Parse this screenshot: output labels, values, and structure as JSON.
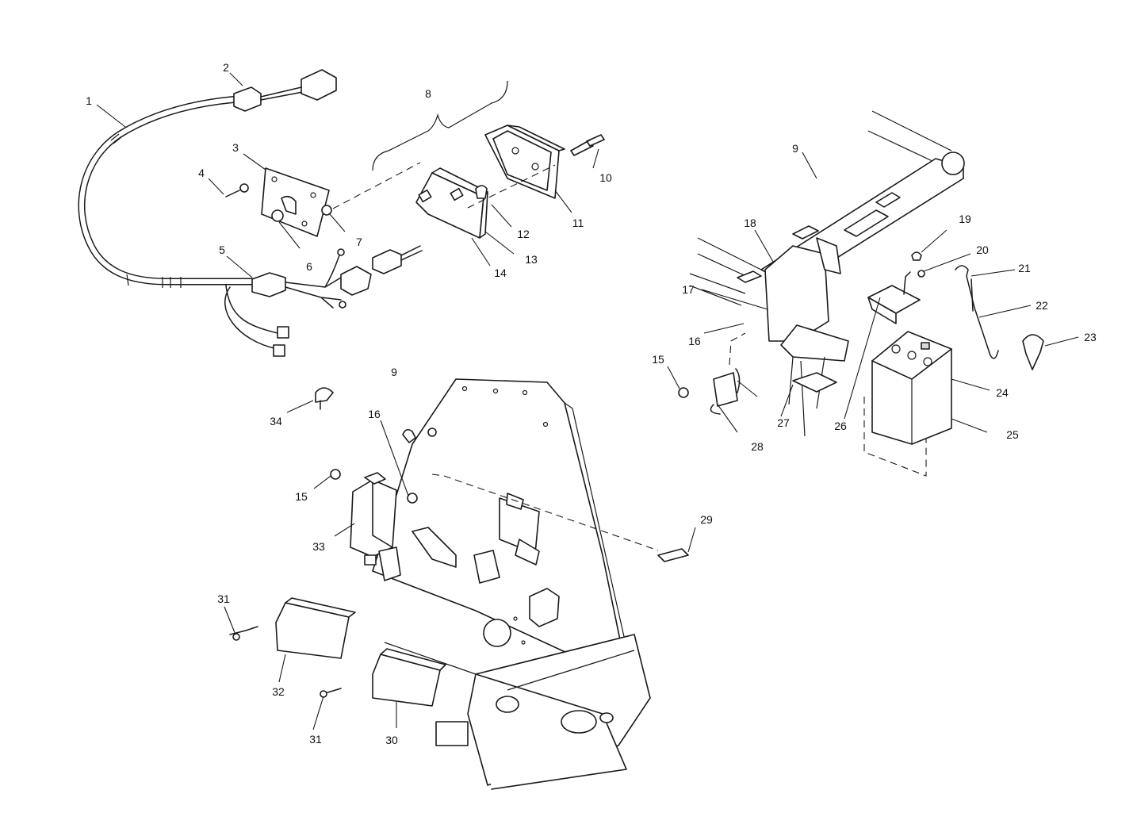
{
  "diagram": {
    "callouts": [
      {
        "id": "c1",
        "label": "1"
      },
      {
        "id": "c2",
        "label": "2"
      },
      {
        "id": "c3",
        "label": "3"
      },
      {
        "id": "c4",
        "label": "4"
      },
      {
        "id": "c5",
        "label": "5"
      },
      {
        "id": "c6",
        "label": "6"
      },
      {
        "id": "c7",
        "label": "7"
      },
      {
        "id": "c8",
        "label": "8"
      },
      {
        "id": "c9a",
        "label": "9"
      },
      {
        "id": "c9b",
        "label": "9"
      },
      {
        "id": "c10",
        "label": "10"
      },
      {
        "id": "c11",
        "label": "11"
      },
      {
        "id": "c12",
        "label": "12"
      },
      {
        "id": "c13",
        "label": "13"
      },
      {
        "id": "c14",
        "label": "14"
      },
      {
        "id": "c15a",
        "label": "15"
      },
      {
        "id": "c15b",
        "label": "15"
      },
      {
        "id": "c16a",
        "label": "16"
      },
      {
        "id": "c16b",
        "label": "16"
      },
      {
        "id": "c17",
        "label": "17"
      },
      {
        "id": "c18",
        "label": "18"
      },
      {
        "id": "c19",
        "label": "19"
      },
      {
        "id": "c20",
        "label": "20"
      },
      {
        "id": "c21",
        "label": "21"
      },
      {
        "id": "c22",
        "label": "22"
      },
      {
        "id": "c23",
        "label": "23"
      },
      {
        "id": "c24",
        "label": "24"
      },
      {
        "id": "c25",
        "label": "25"
      },
      {
        "id": "c26",
        "label": "26"
      },
      {
        "id": "c27",
        "label": "27"
      },
      {
        "id": "c28",
        "label": "28"
      },
      {
        "id": "c29",
        "label": "29"
      },
      {
        "id": "c30",
        "label": "30"
      },
      {
        "id": "c31a",
        "label": "31"
      },
      {
        "id": "c31b",
        "label": "31"
      },
      {
        "id": "c32",
        "label": "32"
      },
      {
        "id": "c33",
        "label": "33"
      },
      {
        "id": "c34",
        "label": "34"
      }
    ]
  }
}
